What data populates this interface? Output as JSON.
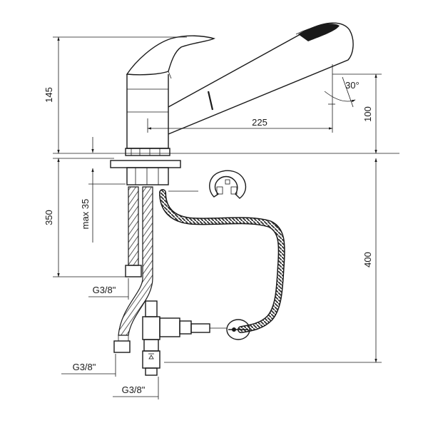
{
  "dimensions": {
    "spout_height": "145",
    "spout_reach": "225",
    "swivel_angle": "30°",
    "outlet_height": "100",
    "below_counter": "350",
    "max_thickness": "max 35",
    "hose_length": "400"
  },
  "connections": {
    "inlet_hot": "G3/8\"",
    "inlet_cold": "G3/8\"",
    "outlet": "G3/8\""
  }
}
